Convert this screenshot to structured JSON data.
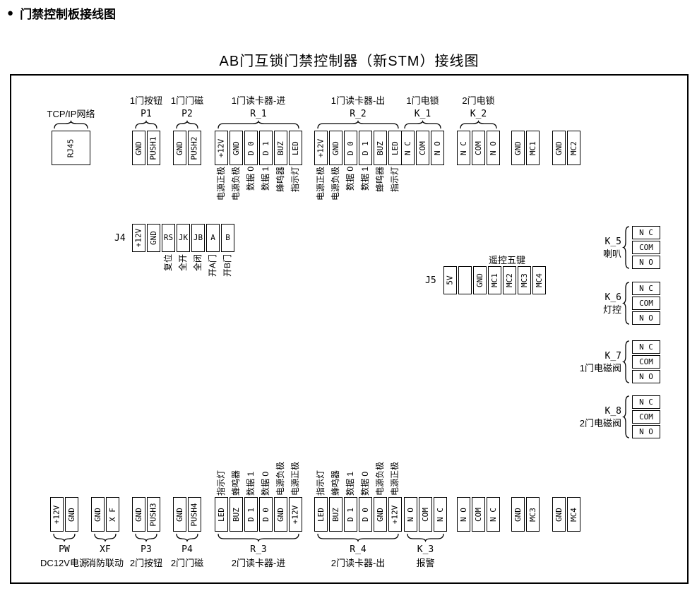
{
  "palette": {
    "ink": "#000000",
    "paper": "#ffffff"
  },
  "header": {
    "bullet": "●",
    "title": "门禁控制板接线图"
  },
  "diagram": {
    "title": "AB门互锁门禁控制器（新STM）接线图"
  },
  "connectors": {
    "tcpip": {
      "label": "TCP/IP网络",
      "pins": [
        "RJ45"
      ]
    },
    "p1": {
      "label": "1门按钮",
      "name": "P1",
      "pins": [
        "GND",
        "PUSH1"
      ]
    },
    "p2": {
      "label": "1门门磁",
      "name": "P2",
      "pins": [
        "GND",
        "PUSH2"
      ]
    },
    "r1": {
      "label": "1门读卡器-进",
      "name": "R_1",
      "pins": [
        "+12V",
        "GND",
        "D 0",
        "D 1",
        "BUZ",
        "LED"
      ],
      "pin_desc": [
        "电源正极",
        "电源负极",
        "数据 0",
        "数据 1",
        "蜂鸣器",
        "指示灯"
      ]
    },
    "r2": {
      "label": "1门读卡器-出",
      "name": "R_2",
      "pins": [
        "+12V",
        "GND",
        "D 0",
        "D 1",
        "BUZ",
        "LED"
      ],
      "pin_desc": [
        "电源正极",
        "电源负极",
        "数据 0",
        "数据 1",
        "蜂鸣器",
        "指示灯"
      ]
    },
    "k1": {
      "label": "1门电锁",
      "name": "K_1",
      "pins": [
        "N C",
        "COM",
        "N O"
      ]
    },
    "k2": {
      "label": "2门电锁",
      "name": "K_2",
      "pins": [
        "N C",
        "COM",
        "N O"
      ]
    },
    "m1": {
      "pins": [
        "GND",
        "MC1"
      ]
    },
    "m2": {
      "pins": [
        "GND",
        "MC2"
      ]
    },
    "j4": {
      "name": "J4",
      "pins": [
        "+12V",
        "GND",
        "RS",
        "JK",
        "JB",
        "A",
        "B"
      ],
      "pin_desc": [
        "",
        "",
        "复位",
        "全开",
        "全闭",
        "开A门",
        "开B门"
      ]
    },
    "j5": {
      "name": "J5",
      "top_label": "遥控五键",
      "pins": [
        "5V",
        "",
        "GND",
        "MC1",
        "MC2",
        "MC3",
        "MC4"
      ]
    },
    "k5": {
      "name": "K_5",
      "desc": "喇叭",
      "pins": [
        "N C",
        "COM",
        "N O"
      ]
    },
    "k6": {
      "name": "K_6",
      "desc": "灯控",
      "pins": [
        "N C",
        "COM",
        "N O"
      ]
    },
    "k7": {
      "name": "K_7",
      "desc": "1门电磁阀",
      "pins": [
        "N C",
        "COM",
        "N O"
      ]
    },
    "k8": {
      "name": "K_8",
      "desc": "2门电磁阀",
      "pins": [
        "N C",
        "COM",
        "N O"
      ]
    },
    "pw": {
      "name": "PW",
      "desc": "DC12V电源",
      "pins": [
        "+12V",
        "GND"
      ]
    },
    "xf": {
      "name": "XF",
      "desc": "消防联动",
      "pins": [
        "GND",
        "X F"
      ]
    },
    "p3": {
      "name": "P3",
      "desc": "2门按钮",
      "pins": [
        "GND",
        "PUSH3"
      ]
    },
    "p4": {
      "name": "P4",
      "desc": "2门门磁",
      "pins": [
        "GND",
        "PUSH4"
      ]
    },
    "r3": {
      "name": "R_3",
      "desc": "2门读卡器-进",
      "pins": [
        "LED",
        "BUZ",
        "D 1",
        "D 0",
        "GND",
        "+12V"
      ],
      "pin_desc": [
        "指示灯",
        "蜂鸣器",
        "数据 1",
        "数据 0",
        "电源负极",
        "电源正极"
      ]
    },
    "r4": {
      "name": "R_4",
      "desc": "2门读卡器-出",
      "pins": [
        "LED",
        "BUZ",
        "D 1",
        "D 0",
        "GND",
        "+12V"
      ],
      "pin_desc": [
        "指示灯",
        "蜂鸣器",
        "数据 1",
        "数据 0",
        "电源负极",
        "电源正极"
      ]
    },
    "k3": {
      "name": "K_3",
      "desc": "报警",
      "pins": [
        "N O",
        "COM",
        "N C"
      ]
    },
    "x2": {
      "pins": [
        "N O",
        "COM",
        "N C"
      ]
    },
    "m3": {
      "pins": [
        "GND",
        "MC3"
      ]
    },
    "m4": {
      "pins": [
        "GND",
        "MC4"
      ]
    }
  }
}
